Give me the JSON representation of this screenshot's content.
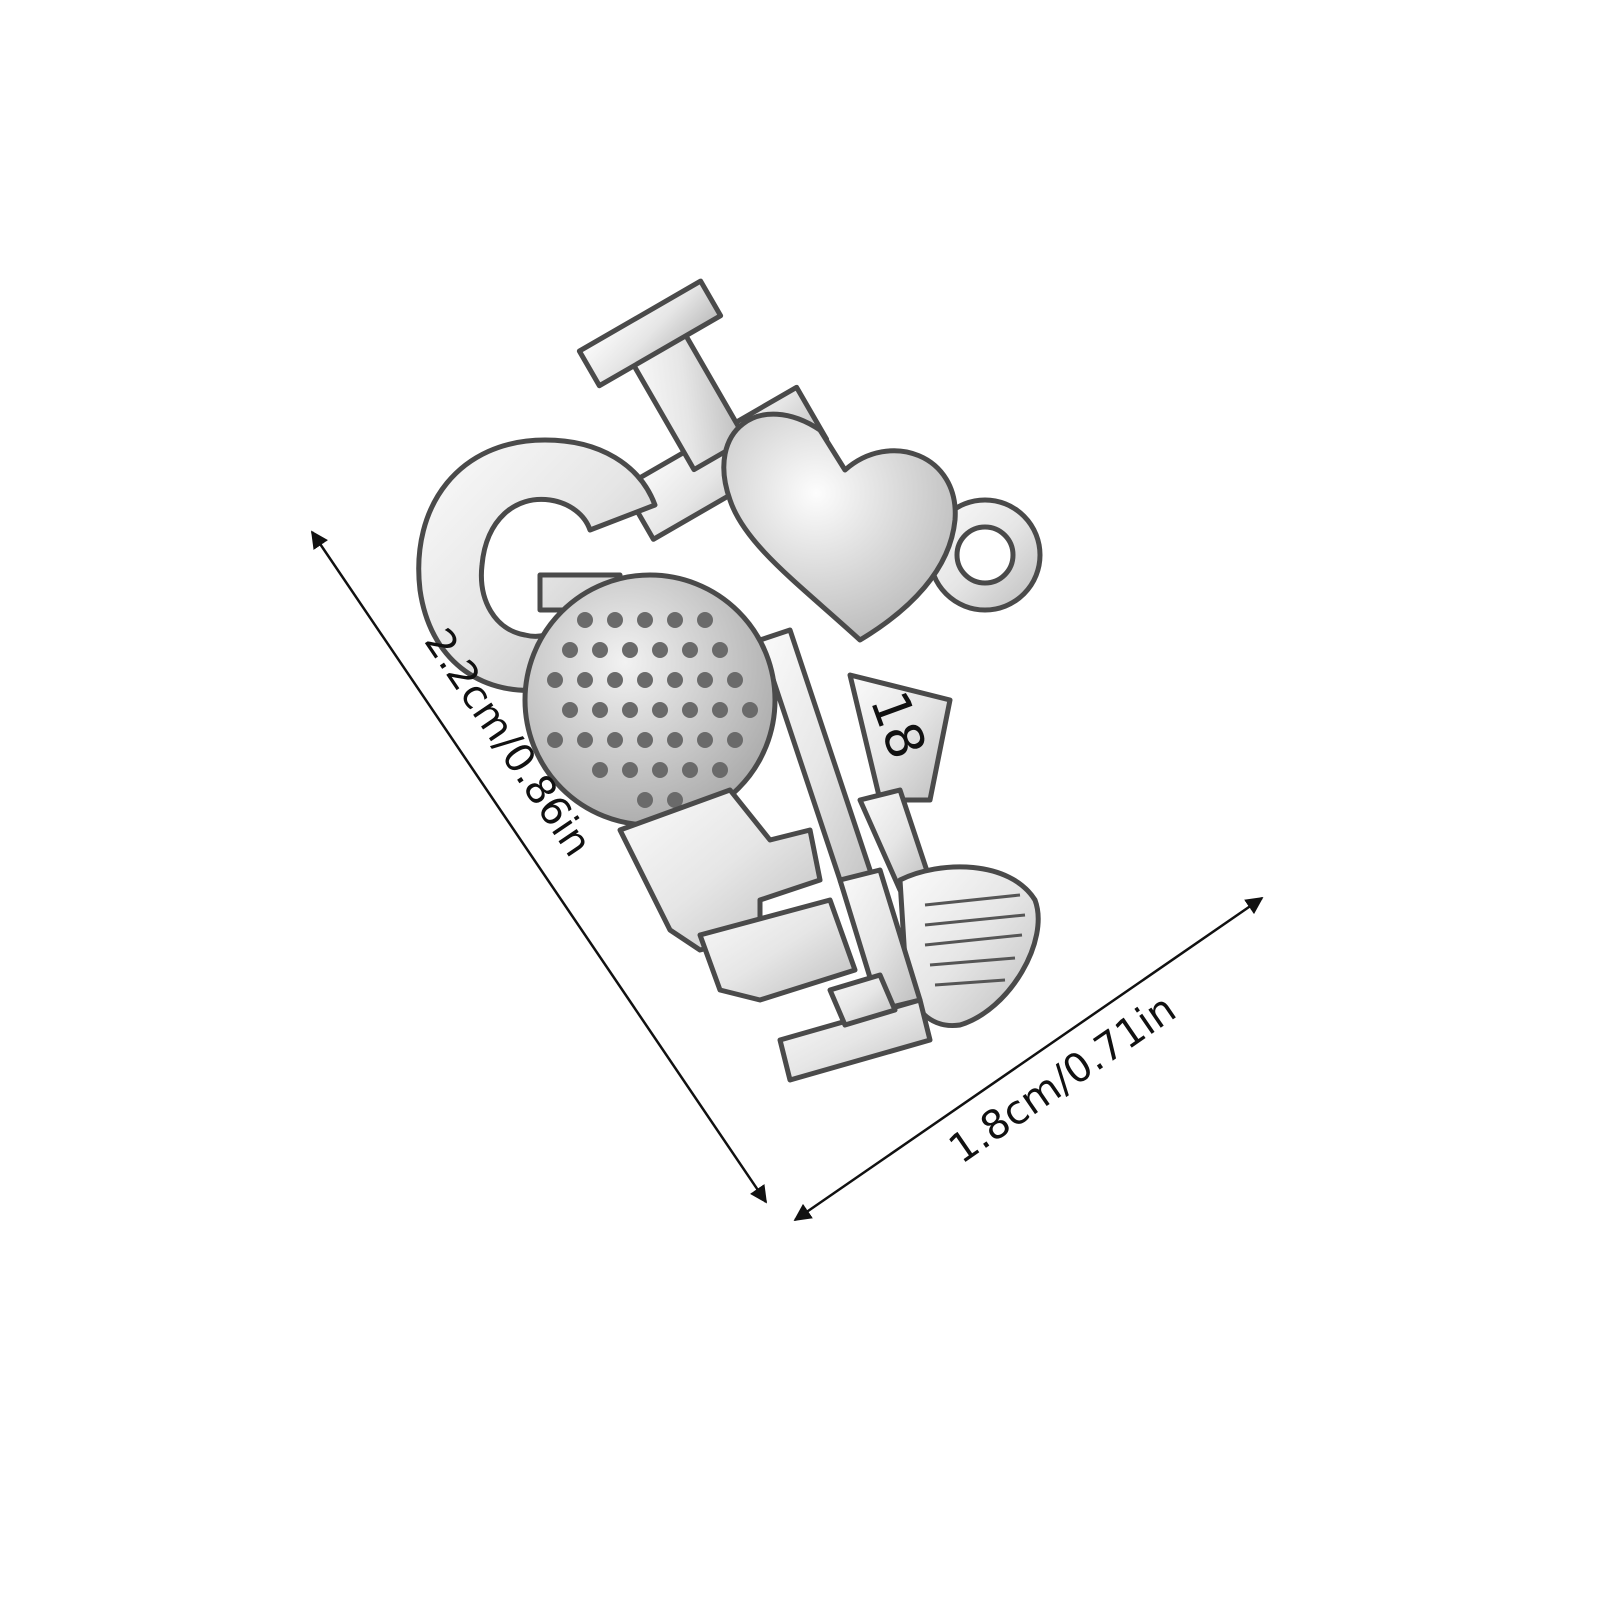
{
  "product": {
    "name_letters": [
      "I",
      "G",
      "L",
      "F"
    ],
    "flag_number": "18"
  },
  "dimensions": {
    "height_label": "2.2cm/0.86in",
    "width_label": "1.8cm/0.71in"
  },
  "colors": {
    "background": "#ffffff",
    "metal_light": "#f4f4f4",
    "metal_mid": "#cfcfcf",
    "metal_dark": "#5a5a5a",
    "ink": "#111111"
  },
  "icons": {
    "heart": "heart-icon",
    "golf_ball": "golf-ball-icon",
    "golf_club": "golf-club-icon",
    "flag": "golf-flag-icon",
    "ring": "jump-ring-icon"
  }
}
